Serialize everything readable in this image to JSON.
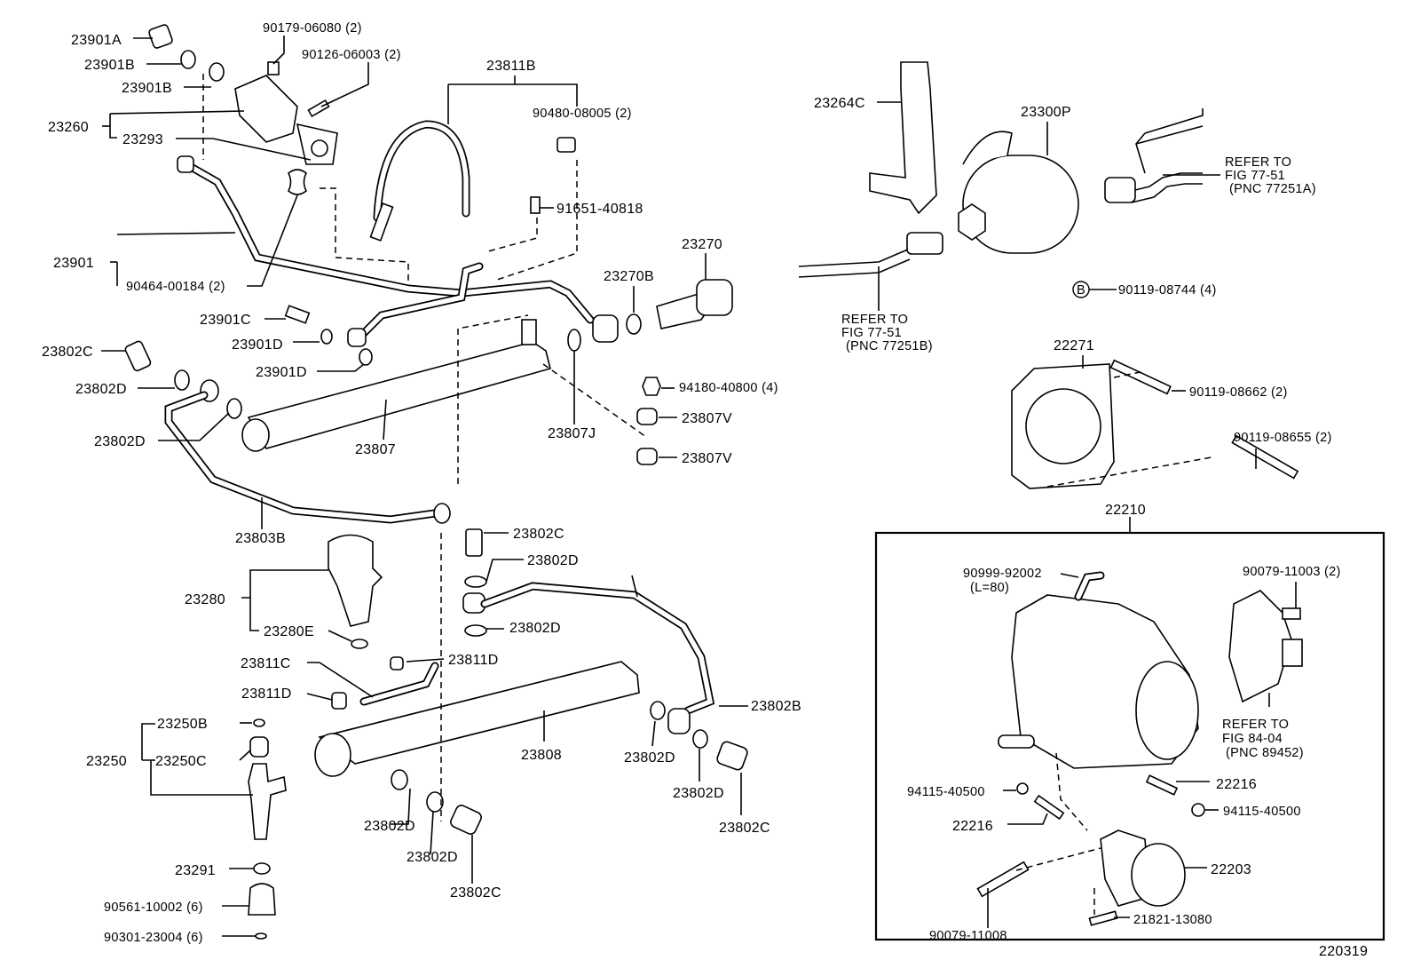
{
  "diagram_id": "220319",
  "labels": {
    "p23901A": "23901A",
    "p90179": "90179-06080 (2)",
    "p23901B_1": "23901B",
    "p90126": "90126-06003 (2)",
    "p23901B_2": "23901B",
    "p23811B": "23811B",
    "p23260": "23260",
    "p90480": "90480-08005 (2)",
    "p23293": "23293",
    "p23264C": "23264C",
    "p23300P": "23300P",
    "refer_a_1": "REFER TO",
    "refer_a_2": "FIG 77-51",
    "refer_a_3": "(PNC 77251A)",
    "p91651": "91651-40818",
    "p23270": "23270",
    "p23901": "23901",
    "p90464": "90464-00184 (2)",
    "p23270B": "23270B",
    "b_mark": "B",
    "p90119_08744": "90119-08744 (4)",
    "refer_b_1": "REFER TO",
    "refer_b_2": "FIG 77-51",
    "refer_b_3": "(PNC 77251B)",
    "p23901C": "23901C",
    "p23901D_1": "23901D",
    "p22271": "22271",
    "p23802C_1": "23802C",
    "p23901D_2": "23901D",
    "p94180": "94180-40800 (4)",
    "p90119_08662": "90119-08662 (2)",
    "p23802D_1": "23802D",
    "p23807V_1": "23807V",
    "p23802D_2": "23802D",
    "p23807J": "23807J",
    "p23807": "23807",
    "p90119_08655": "90119-08655 (2)",
    "p23807V_2": "23807V",
    "p22210": "22210",
    "p23803B": "23803B",
    "p23802C_2": "23802C",
    "p23802D_3": "23802D",
    "p90999": "90999-92002",
    "p90999_len": "(L=80)",
    "p90079_11003": "90079-11003 (2)",
    "p23280": "23280",
    "p23802D_4": "23802D",
    "p23280E": "23280E",
    "p23811C": "23811C",
    "p23811D_1": "23811D",
    "p23811D_2": "23811D",
    "p23802B": "23802B",
    "p23250B": "23250B",
    "refer_c_1": "REFER TO",
    "refer_c_2": "FIG 84-04",
    "refer_c_3": "(PNC 89452)",
    "p23250": "23250",
    "p23250C": "23250C",
    "p23808": "23808",
    "p23802D_5": "23802D",
    "p22216_1": "22216",
    "p94115_1": "94115-40500",
    "p23802D_6": "23802D",
    "p94115_2": "94115-40500",
    "p22216_2": "22216",
    "p23802D_7": "23802D",
    "p23802C_3": "23802C",
    "p23802D_8": "23802D",
    "p23291": "23291",
    "p22203": "22203",
    "p23802C_4": "23802C",
    "p90561": "90561-10002 (6)",
    "p90079_11008": "90079-11008",
    "p21821": "21821-13080",
    "p90301": "90301-23004 (6)"
  }
}
